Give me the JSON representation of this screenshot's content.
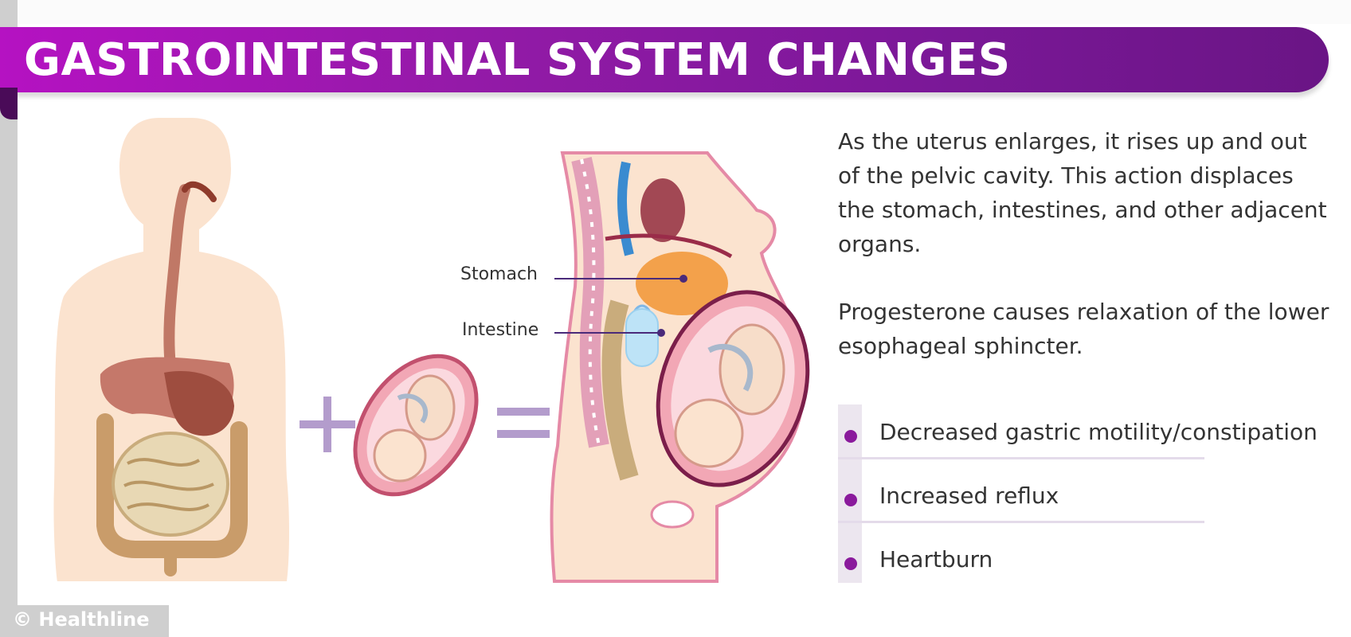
{
  "title": "GASTROINTESTINAL SYSTEM CHANGES",
  "labels": {
    "stomach": "Stomach",
    "intestine": "Intestine"
  },
  "operators": {
    "plus": "+",
    "equals": "="
  },
  "description": [
    "As the uterus enlarges, it rises up and out of the pelvic cavity. This action displaces the stomach, intestines, and other adjacent organs.",
    "Progesterone causes relaxation of the lower esophageal sphincter."
  ],
  "changes": [
    "Decreased gastric motility/constipation",
    "Increased reflux",
    "Heartburn"
  ],
  "credit": "© Healthline",
  "colors": {
    "banner": "#8a1a9c",
    "accent": "#8a1a9c",
    "skin": "#fbe3cf",
    "operator": "#b39ccc"
  }
}
